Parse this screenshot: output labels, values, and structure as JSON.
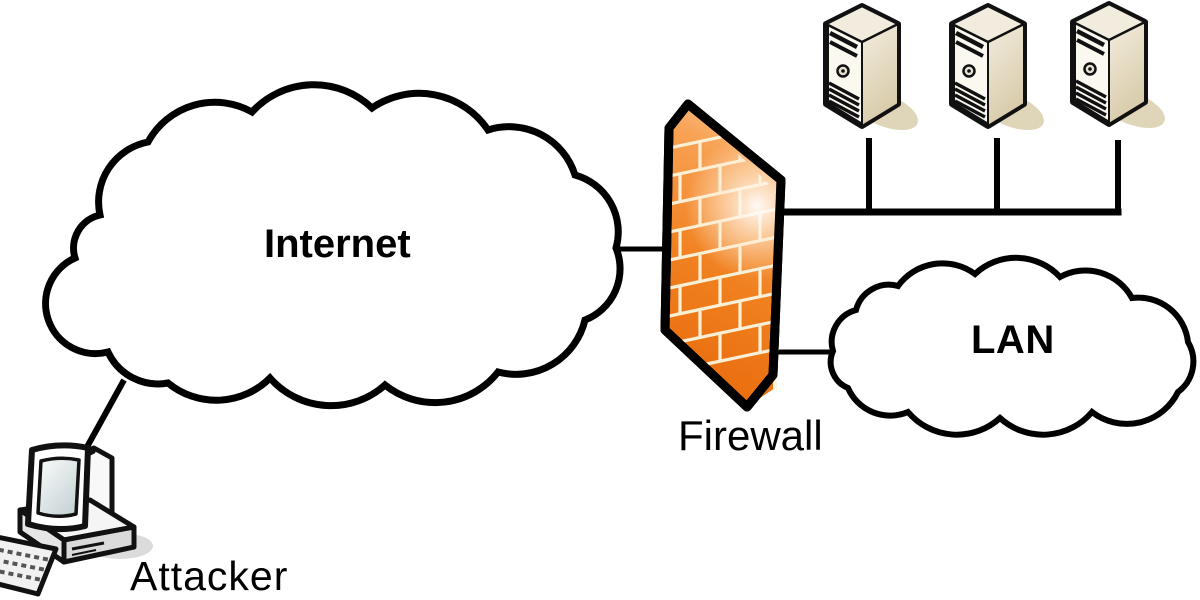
{
  "diagram": {
    "type": "network-security-topology",
    "nodes": {
      "internet": {
        "label": "Internet",
        "icon": "cloud-icon"
      },
      "attacker": {
        "label": "Attacker",
        "icon": "desktop-computer-icon"
      },
      "firewall": {
        "label": "Firewall",
        "icon": "firewall-brick-wall-icon"
      },
      "servers": {
        "icon": "server-tower-icon",
        "count": 3
      },
      "lan": {
        "label": "LAN",
        "icon": "cloud-icon"
      }
    },
    "edges": [
      {
        "from": "attacker",
        "to": "internet"
      },
      {
        "from": "internet",
        "to": "firewall"
      },
      {
        "from": "firewall",
        "to": "server-bus"
      },
      {
        "from": "server-bus",
        "to": "server-1"
      },
      {
        "from": "server-bus",
        "to": "server-2"
      },
      {
        "from": "server-bus",
        "to": "server-3"
      },
      {
        "from": "firewall",
        "to": "lan"
      }
    ],
    "colors": {
      "background": "#FFFFFF",
      "outline": "#000000",
      "firewall_orange": "#F0801F",
      "firewall_brick_mortar": "#FBEFD5",
      "server_beige": "#F0E9DA",
      "shadow_tan": "#DFD5B8",
      "computer_gray": "#F2F2F2"
    }
  }
}
